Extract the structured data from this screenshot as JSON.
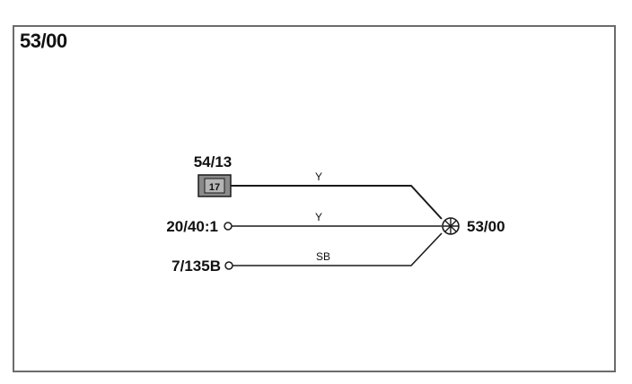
{
  "diagram": {
    "title": "53/00",
    "connector": {
      "label": "54/13",
      "pin": "17"
    },
    "terminals": [
      {
        "label": "20/40:1"
      },
      {
        "label": "7/135B"
      }
    ],
    "wires": [
      {
        "color_code": "Y"
      },
      {
        "color_code": "Y"
      },
      {
        "color_code": "SB"
      }
    ],
    "ground": {
      "label": "53/00"
    },
    "colors": {
      "line": "#1a1a1a",
      "connector_fill": "#8a8a8a",
      "frame": "#6b6b6b"
    }
  }
}
